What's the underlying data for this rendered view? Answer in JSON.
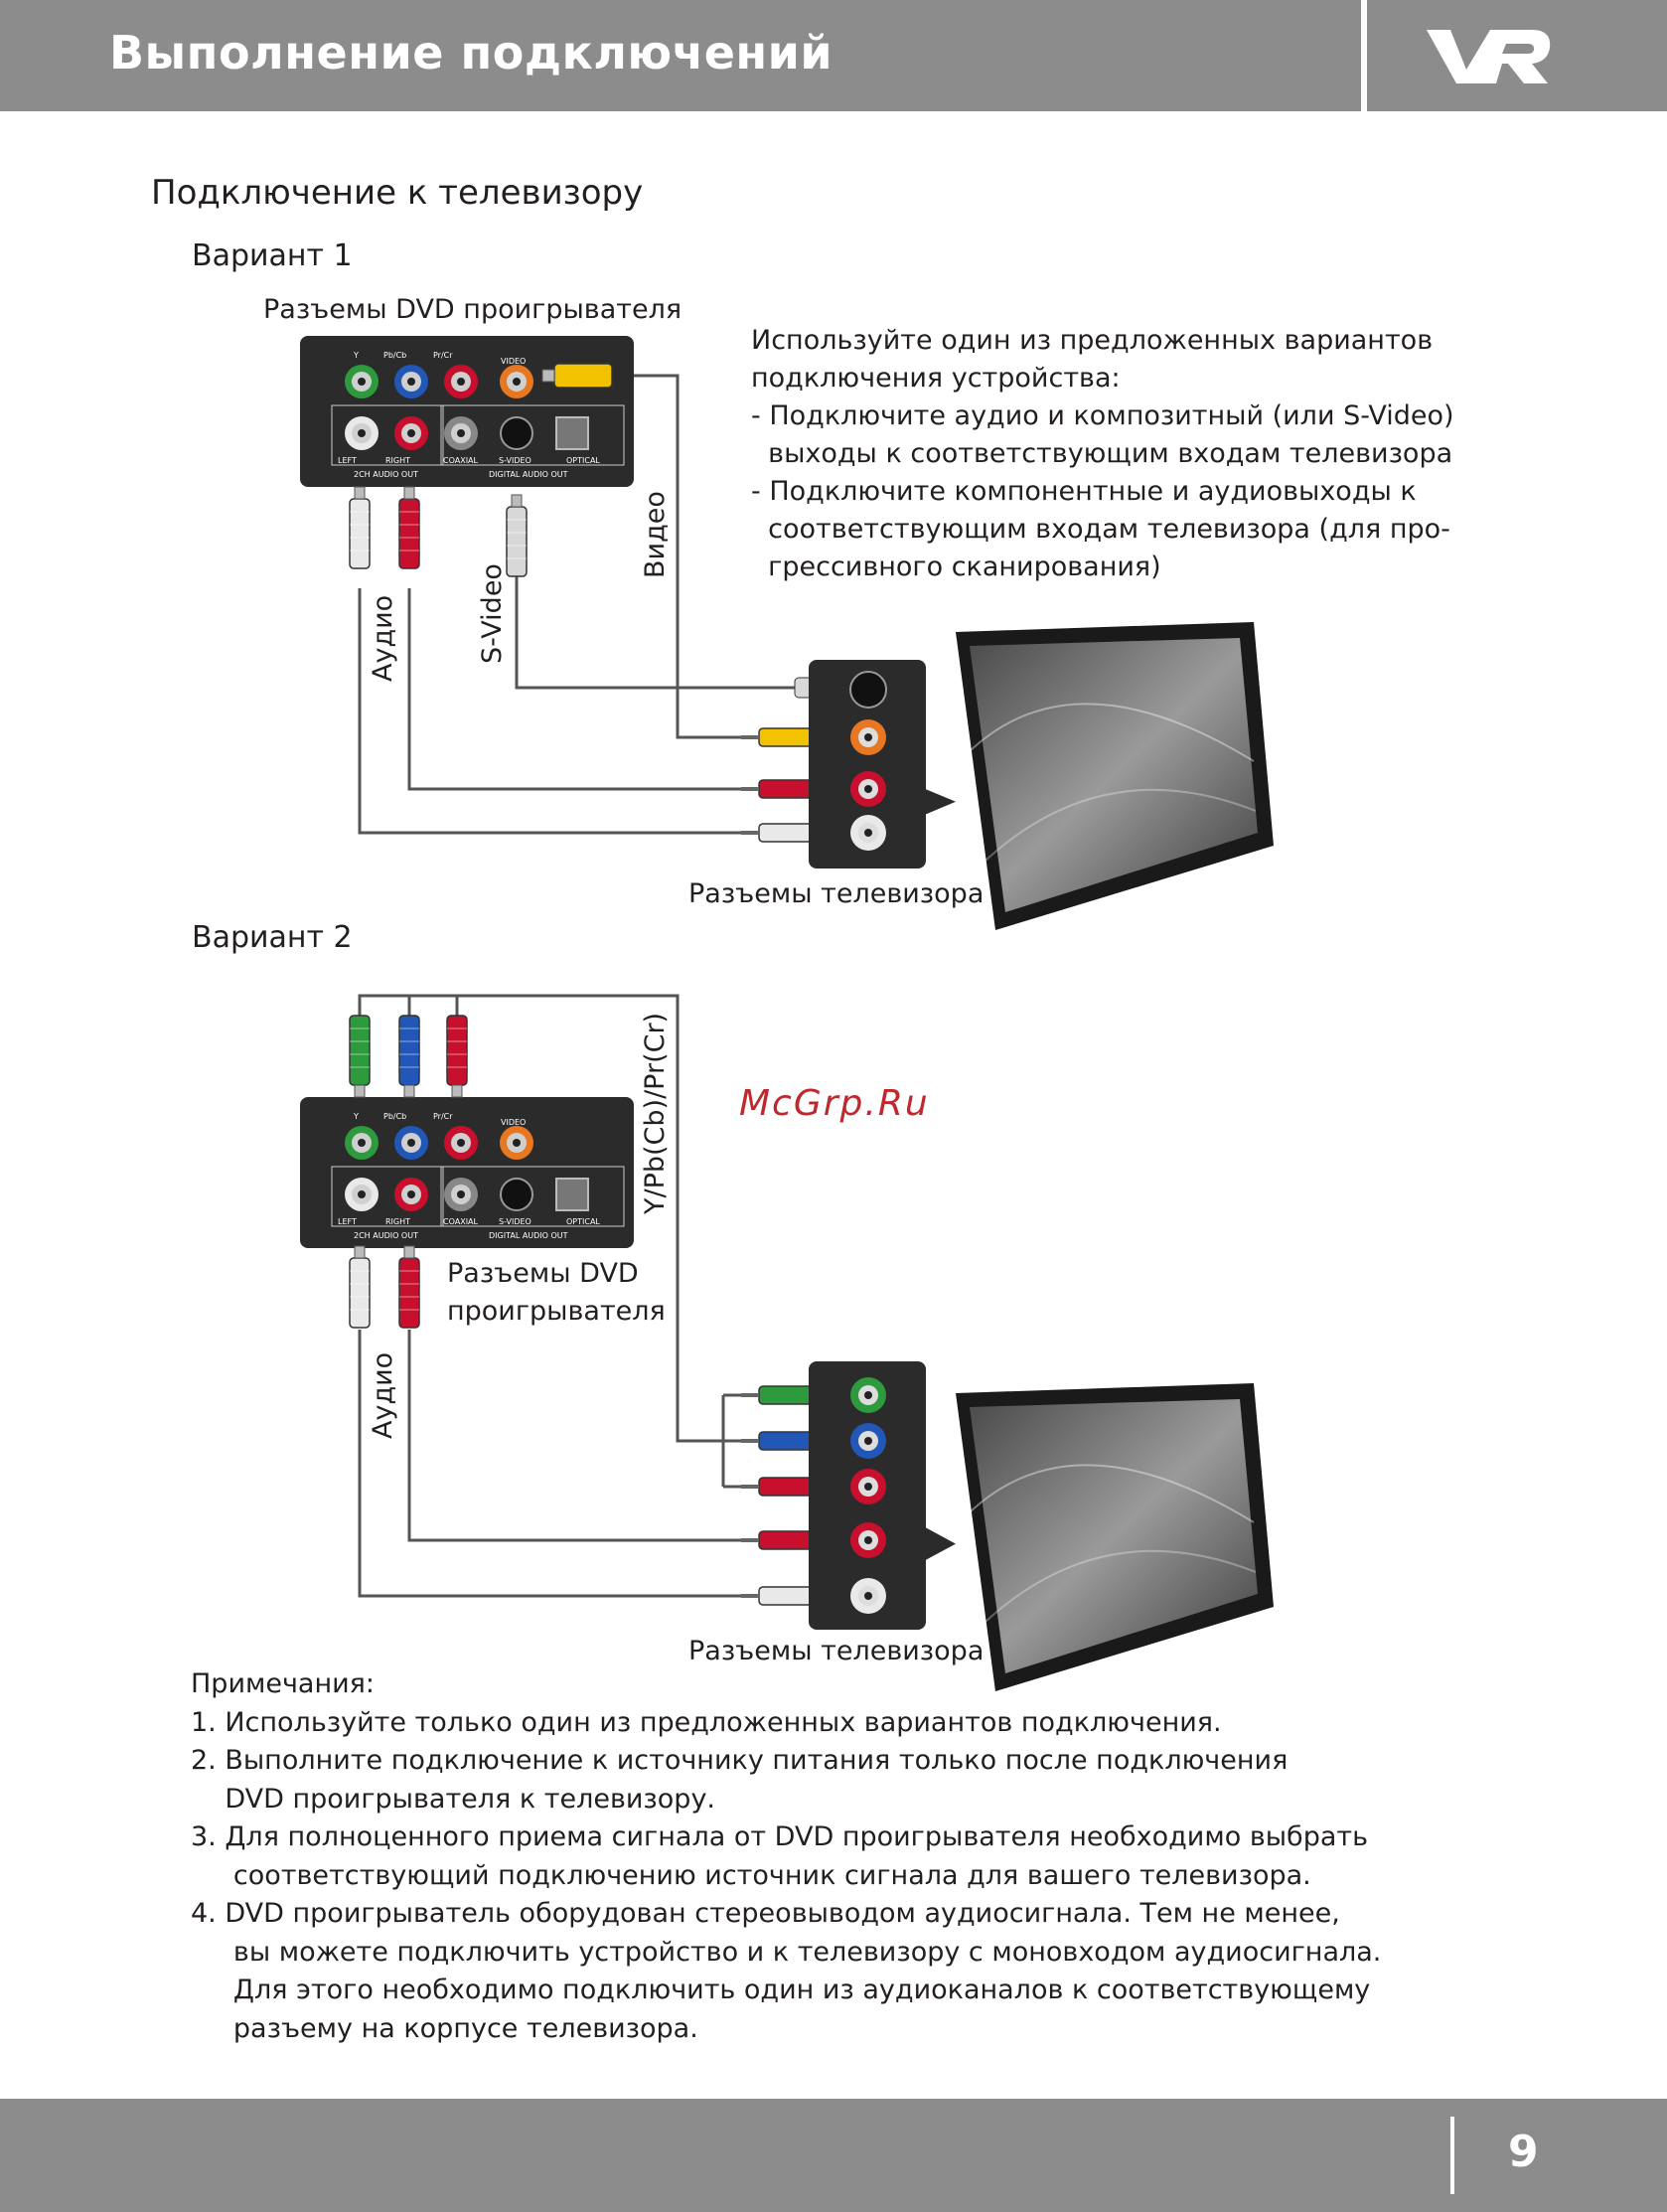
{
  "header": {
    "title": "Выполнение подключений",
    "logo": "VR"
  },
  "section_title": "Подключение к телевизору",
  "variant1": {
    "title": "Вариант 1",
    "dvd_label": "Разъемы DVD проигрывателя",
    "instructions": [
      "Используйте один из предложенных вариантов",
      "подключения устройства:",
      "- Подключите аудио и композитный (или S-Video)",
      "  выходы к соответствующим входам телевизора",
      "- Подключите компонентные и аудиовыходы к",
      "  соответствующим входам телевизора (для про-",
      "  грессивного сканирования)"
    ],
    "cable_video": "Видео",
    "cable_svideo": "S-Video",
    "cable_audio": "Аудио",
    "tv_label": "Разъемы телевизора"
  },
  "variant2": {
    "title": "Вариант 2",
    "cable_component": "Y/Pb(Cb)/Pr(Cr)",
    "dvd_label_line1": "Разъемы DVD",
    "dvd_label_line2": "проигрывателя",
    "cable_audio": "Аудио",
    "tv_label": "Разъемы телевизора"
  },
  "dvd_panel": {
    "y": "Y",
    "pb": "Pb/Cb",
    "pr": "Pr/Cr",
    "video": "VIDEO",
    "left": "LEFT",
    "right": "RIGHT",
    "coaxial": "COAXIAL",
    "svideo": "S-VIDEO",
    "optical": "OPTICAL",
    "audio_out": "2CH AUDIO OUT",
    "digital_out": "DIGITAL AUDIO OUT"
  },
  "watermark": "McGrp.Ru",
  "notes": {
    "title": "Примечания:",
    "lines": [
      "1. Используйте только один из предложенных вариантов подключения.",
      "2. Выполните подключение к источнику питания только после подключения",
      "    DVD проигрывателя к телевизору.",
      "3. Для полноценного приема сигнала от DVD проигрывателя необходимо выбрать",
      "     соответствующий подключению источник сигнала для вашего телевизора.",
      "4. DVD проигрыватель оборудован стереовыводом аудиосигнала. Тем не менее,",
      "     вы можете подключить устройство и к телевизору с моновходом аудиосигнала.",
      "     Для этого необходимо подключить один из аудиоканалов к соответствующему",
      "     разъему на корпусе телевизора."
    ]
  },
  "page_number": "9",
  "colors": {
    "green": "#2e9a3e",
    "blue": "#2257b8",
    "red": "#c8102e",
    "yellow": "#f2c200",
    "white": "#e9e9e9",
    "orange": "#e87722",
    "panel": "#2b2b2b"
  }
}
